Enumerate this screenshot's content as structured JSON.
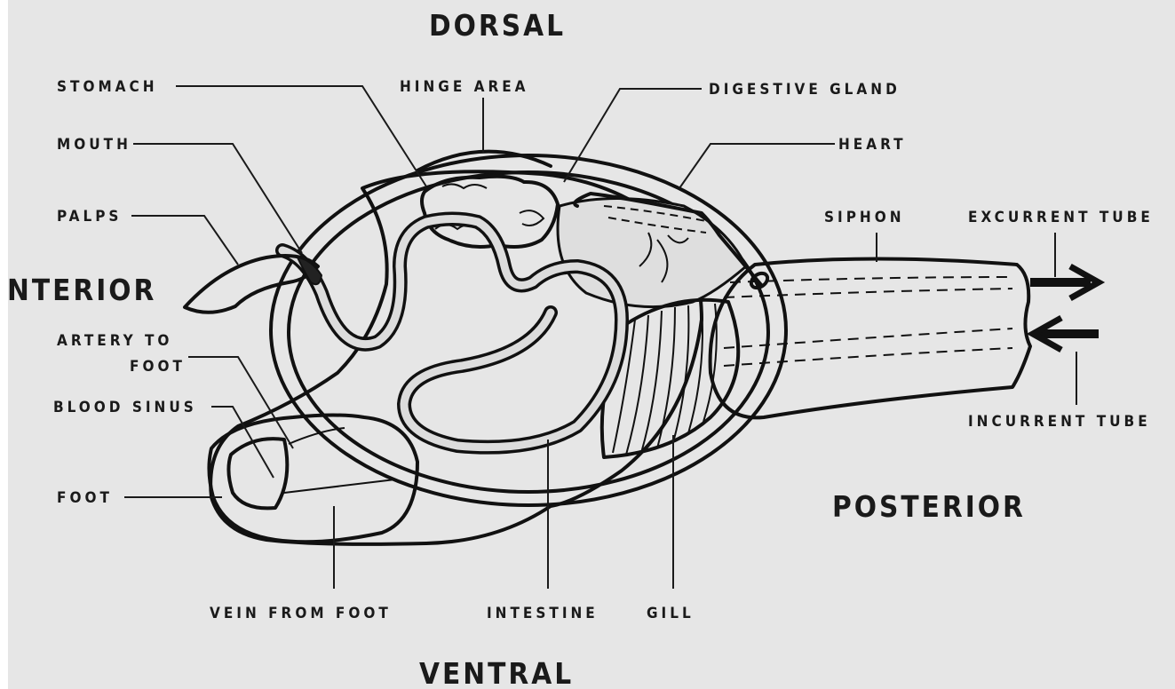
{
  "diagram": {
    "orientation": {
      "top": "DORSAL",
      "bottom": "VENTRAL",
      "left": "NTERIOR",
      "right": "POSTERIOR"
    },
    "labels": {
      "stomach": "STOMACH",
      "hinge_area": "HINGE AREA",
      "digestive_gland": "DIGESTIVE GLAND",
      "mouth": "MOUTH",
      "heart": "HEART",
      "palps": "PALPS",
      "siphon": "SIPHON",
      "excurrent_tube": "EXCURRENT TUBE",
      "artery_to_foot_line1": "ARTERY TO",
      "artery_to_foot_line2": "FOOT",
      "blood_sinus": "BLOOD SINUS",
      "incurrent_tube": "INCURRENT TUBE",
      "foot": "FOOT",
      "vein_from_foot": "VEIN FROM FOOT",
      "intestine": "INTESTINE",
      "gill": "GILL"
    },
    "colors": {
      "background": "#e6e6e6",
      "ink": "#111111",
      "tissue_fill": "#c9c9c9",
      "light_fill": "#dadada"
    }
  }
}
